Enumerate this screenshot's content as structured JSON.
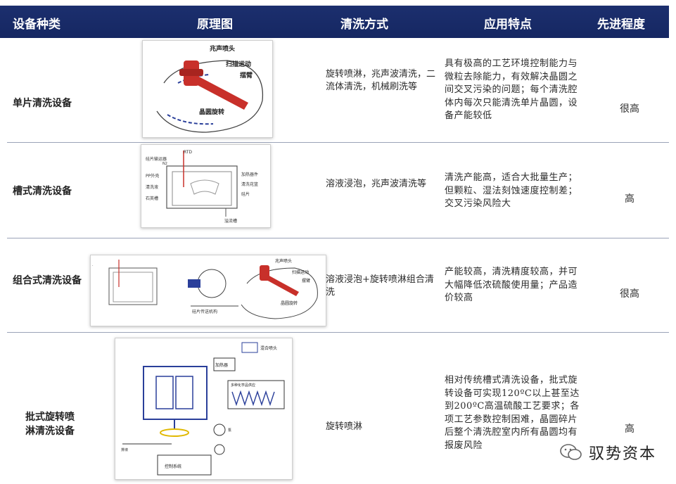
{
  "header": {
    "col_type": "设备种类",
    "col_diagram": "原理图",
    "col_method": "清洗方式",
    "col_feature": "应用特点",
    "col_level": "先进程度"
  },
  "rows": [
    {
      "type": "单片清洗设备",
      "method": "旋转喷淋，兆声波清洗，二流体清洗，机械刷洗等",
      "feature": "具有极高的工艺环境控制能力与微粒去除能力，有效解决晶圆之间交叉污染的问题；每个清洗腔体内每次只能清洗单片晶圆，设备产能较低",
      "level": "很高",
      "diagram": {
        "label_nozzle": "兆声喷头",
        "label_scan": "扫描运动",
        "label_arm": "摆臂",
        "label_rotate": "晶圆旋转"
      }
    },
    {
      "type": "槽式清洗设备",
      "method": "溶液浸泡，兆声波清洗等",
      "feature": "清洗产能高，适合大批量生产；但颗粒、湿法刻蚀速度控制差；交叉污染风险大",
      "level": "高",
      "diagram": {
        "label_rtd": "RTD",
        "label_n2": "N2",
        "label_l1": "硅片输运器",
        "label_l2": "PP外壳",
        "label_l3": "清洗液",
        "label_l4": "石英槽",
        "label_r1": "加热器件",
        "label_r2": "清洗花篮",
        "label_r3": "硅片",
        "label_bottom": "溢流槽"
      }
    },
    {
      "type": "组合式清洗设备",
      "method": "溶液浸泡+旋转喷淋组合清洗",
      "feature": "产能较高，清洗精度较高，并可大幅降低浓硫酸使用量；产品造价较高",
      "level": "很高",
      "diagram": {
        "mid_caption": "硅片传送机构",
        "label_nozzle": "兆声喷头",
        "label_scan": "扫描运动",
        "label_arm": "摆臂",
        "label_rotate": "晶圆旋转"
      }
    },
    {
      "type": "批式旋转喷淋清洗设备",
      "method": "旋转喷淋",
      "feature": "相对传统槽式清洗设备，批式旋转设备可实现120ºC以上甚至达到200ºC高温硫酸工艺要求；各项工艺参数控制困难，晶圆碎片后整个清洗腔室内所有晶圆均有报废风险",
      "level": "高",
      "diagram": {
        "label_top": "混合喷头",
        "label_heater": "加热器",
        "label_tanks": "多种化学品供应",
        "label_drain": "排液",
        "label_pump": "泵",
        "label_control": "控制系统"
      }
    }
  ],
  "watermark": {
    "text": "驭势资本"
  },
  "colors": {
    "header_bg": "#1a2d6b",
    "accent_red": "#c8302a",
    "accent_blue": "#2a3f9a"
  }
}
